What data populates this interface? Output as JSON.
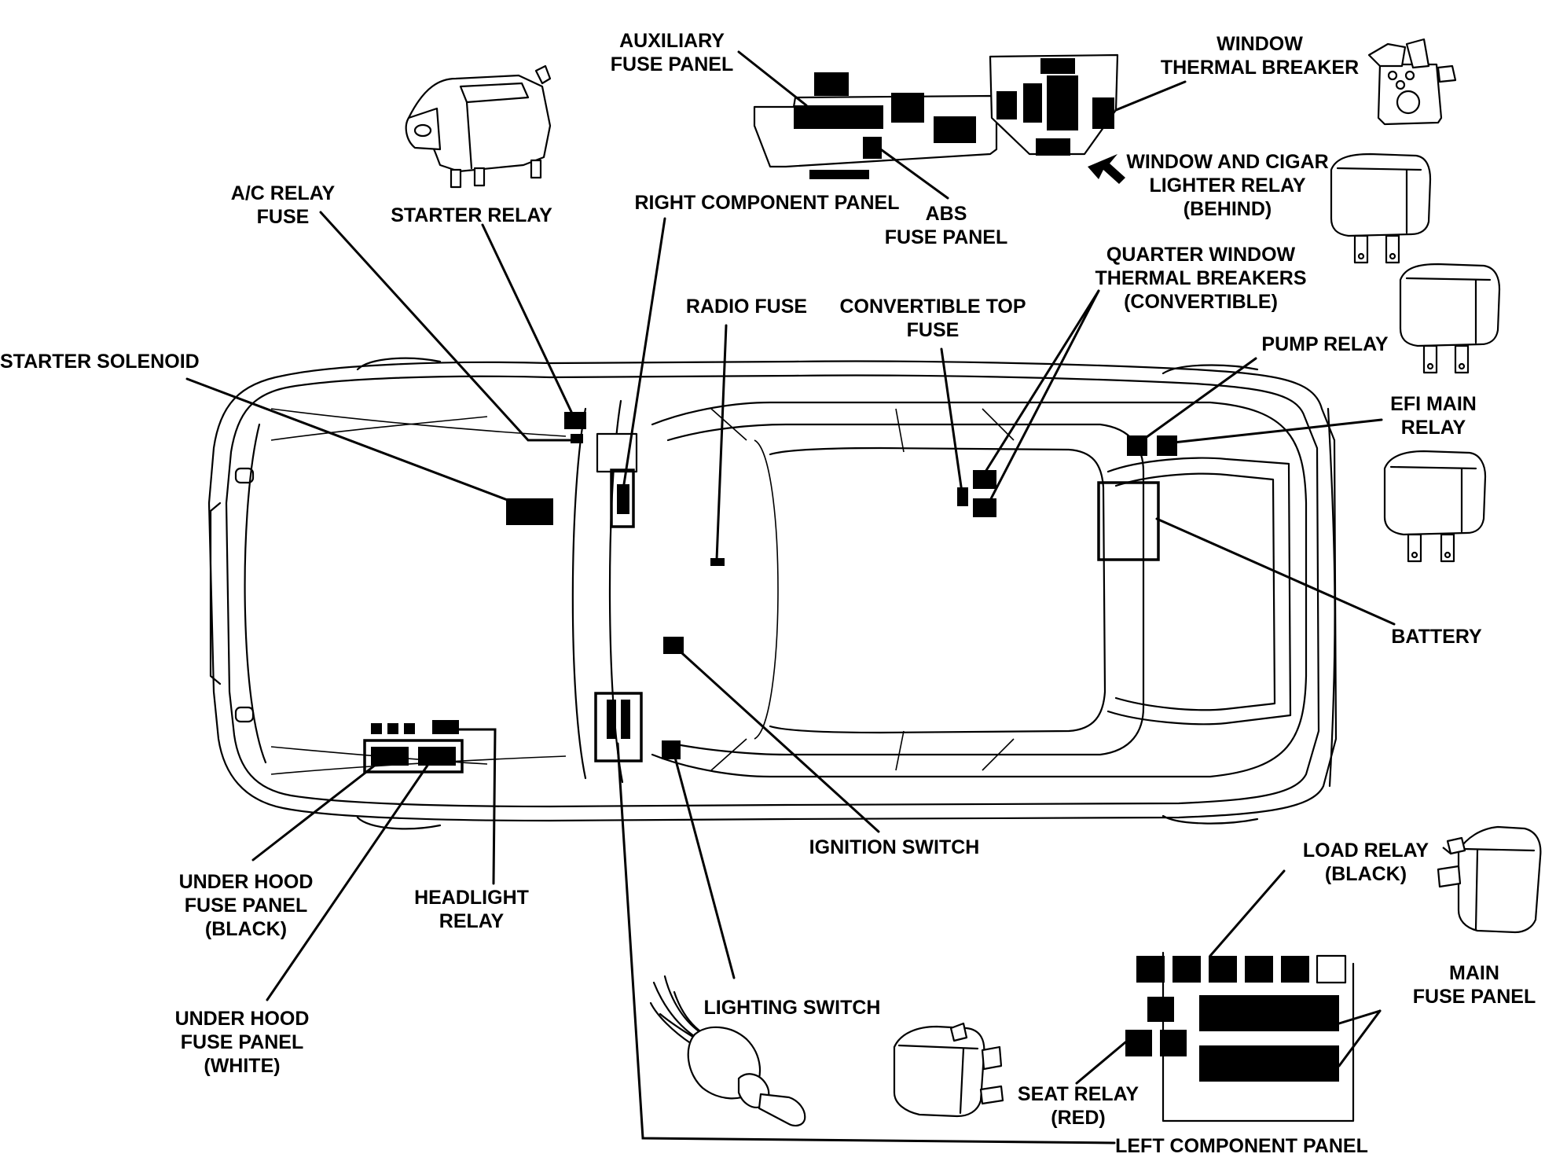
{
  "labels": {
    "auxiliary_fuse_panel": [
      "AUXILIARY",
      "FUSE PANEL"
    ],
    "window_thermal_breaker": [
      "WINDOW",
      "THERMAL BREAKER"
    ],
    "window_and_cigar_lighter_relay": [
      "WINDOW AND CIGAR",
      "LIGHTER RELAY",
      "(BEHIND)"
    ],
    "ac_relay_fuse": [
      "A/C RELAY",
      "FUSE"
    ],
    "starter_relay": [
      "STARTER RELAY"
    ],
    "right_component_panel": [
      "RIGHT COMPONENT PANEL"
    ],
    "abs_fuse_panel": [
      "ABS",
      "FUSE PANEL"
    ],
    "quarter_window_thermal_breakers": [
      "QUARTER WINDOW",
      "THERMAL BREAKERS",
      "(CONVERTIBLE)"
    ],
    "radio_fuse": [
      "RADIO FUSE"
    ],
    "convertible_top_fuse": [
      "CONVERTIBLE TOP",
      "FUSE"
    ],
    "pump_relay": [
      "PUMP RELAY"
    ],
    "starter_solenoid": [
      "STARTER SOLENOID"
    ],
    "efi_main_relay": [
      "EFI MAIN",
      "RELAY"
    ],
    "battery": [
      "BATTERY"
    ],
    "ignition_switch": [
      "IGNITION SWITCH"
    ],
    "load_relay": [
      "LOAD RELAY",
      "(BLACK)"
    ],
    "under_hood_fuse_panel_black": [
      "UNDER HOOD",
      "FUSE PANEL",
      "(BLACK)"
    ],
    "headlight_relay": [
      "HEADLIGHT",
      "RELAY"
    ],
    "under_hood_fuse_panel_white": [
      "UNDER HOOD",
      "FUSE PANEL",
      "(WHITE)"
    ],
    "lighting_switch": [
      "LIGHTING SWITCH"
    ],
    "main_fuse_panel": [
      "MAIN",
      "FUSE PANEL"
    ],
    "seat_relay": [
      "SEAT RELAY",
      "(RED)"
    ],
    "left_component_panel": [
      "LEFT COMPONENT PANEL"
    ]
  }
}
